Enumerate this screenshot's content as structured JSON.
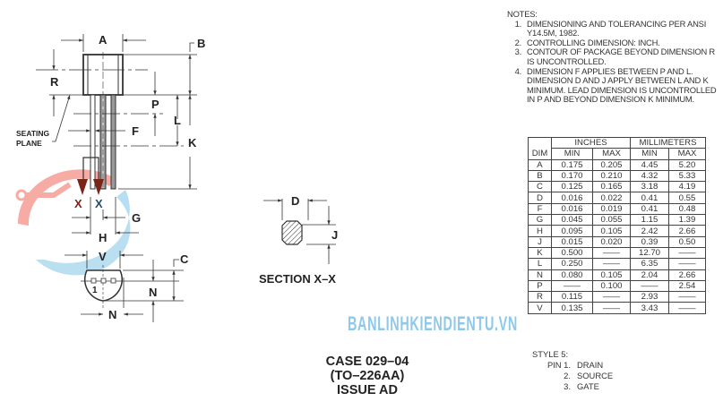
{
  "drawing": {
    "labels": {
      "A": "A",
      "B": "B",
      "R": "R",
      "P": "P",
      "L": "L",
      "F": "F",
      "K": "K",
      "X1": "X",
      "X2": "X",
      "G": "G",
      "H": "H",
      "V": "V",
      "C": "C",
      "N1": "N",
      "N2": "N",
      "pin1": "1",
      "D": "D",
      "J": "J",
      "seating_plane_line1": "SEATING",
      "seating_plane_line2": "PLANE"
    },
    "section_title": "SECTION X–X"
  },
  "notes": {
    "title": "NOTES:",
    "items": [
      {
        "num": "1.",
        "lines": [
          "DIMENSIONING AND TOLERANCING PER ANSI",
          "Y14.5M, 1982."
        ]
      },
      {
        "num": "2.",
        "lines": [
          "CONTROLLING DIMENSION: INCH."
        ]
      },
      {
        "num": "3.",
        "lines": [
          "CONTOUR OF PACKAGE BEYOND DIMENSION R",
          "IS UNCONTROLLED."
        ]
      },
      {
        "num": "4.",
        "lines": [
          "DIMENSION F APPLIES BETWEEN P AND L.",
          "DIMENSION D AND J APPLY BETWEEN L AND K",
          "MINIMUM. LEAD DIMENSION IS UNCONTROLLED",
          "IN P AND BEYOND DIMENSION K MINIMUM."
        ]
      }
    ]
  },
  "table": {
    "group_headers": {
      "inches": "INCHES",
      "millimeters": "MILLIMETERS"
    },
    "columns": [
      "DIM",
      "MIN",
      "MAX",
      "MIN",
      "MAX"
    ],
    "rows": [
      [
        "A",
        "0.175",
        "0.205",
        "4.45",
        "5.20"
      ],
      [
        "B",
        "0.170",
        "0.210",
        "4.32",
        "5.33"
      ],
      [
        "C",
        "0.125",
        "0.165",
        "3.18",
        "4.19"
      ],
      [
        "D",
        "0.016",
        "0.022",
        "0.41",
        "0.55"
      ],
      [
        "F",
        "0.016",
        "0.019",
        "0.41",
        "0.48"
      ],
      [
        "G",
        "0.045",
        "0.055",
        "1.15",
        "1.39"
      ],
      [
        "H",
        "0.095",
        "0.105",
        "2.42",
        "2.66"
      ],
      [
        "J",
        "0.015",
        "0.020",
        "0.39",
        "0.50"
      ],
      [
        "K",
        "0.500",
        "——",
        "12.70",
        "——"
      ],
      [
        "L",
        "0.250",
        "——",
        "6.35",
        "——"
      ],
      [
        "N",
        "0.080",
        "0.105",
        "2.04",
        "2.66"
      ],
      [
        "P",
        "——",
        "0.100",
        "——",
        "2.54"
      ],
      [
        "R",
        "0.115",
        "——",
        "2.93",
        "——"
      ],
      [
        "V",
        "0.135",
        "——",
        "3.43",
        "——"
      ]
    ]
  },
  "case": {
    "line1": "CASE 029–04",
    "line2": "(TO–226AA)",
    "line3": "ISSUE AD"
  },
  "style": {
    "title": "STYLE 5:",
    "pins": [
      {
        "pin": "PIN 1.",
        "name": "DRAIN"
      },
      {
        "pin": "2.",
        "name": "SOURCE"
      },
      {
        "pin": "3.",
        "name": "GATE"
      }
    ]
  },
  "watermark": {
    "text": "BANLINHKIENDIENTU.VN",
    "colors": {
      "red": "#f06a5a",
      "blue": "#7fc4e6",
      "text": "#8ec8ea"
    }
  },
  "colors": {
    "line": "#333333",
    "lead_fill": "#9a9a9a",
    "arrow_red": "#7b2418"
  }
}
